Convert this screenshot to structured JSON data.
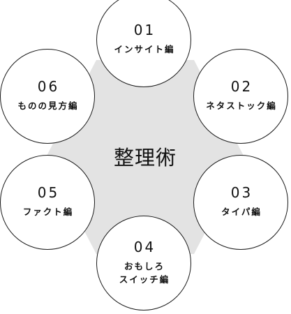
{
  "diagram": {
    "center_label": "整理術",
    "hexagon_fill": "#e3e3e3",
    "nodes": [
      {
        "number": "01",
        "title": "インサイト編"
      },
      {
        "number": "02",
        "title": "ネタストック編"
      },
      {
        "number": "03",
        "title": "タイパ編"
      },
      {
        "number": "04",
        "title": "おもしろ\nスイッチ編"
      },
      {
        "number": "05",
        "title": "ファクト編"
      },
      {
        "number": "06",
        "title": "ものの見方編"
      }
    ]
  }
}
